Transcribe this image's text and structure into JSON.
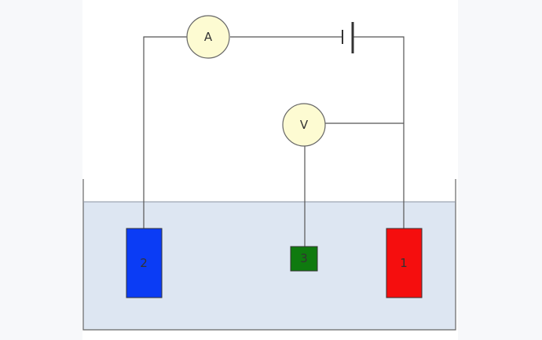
{
  "meters": {
    "ammeter": {
      "label": "A"
    },
    "voltmeter": {
      "label": "V"
    }
  },
  "electrodes": {
    "working": {
      "label": "2",
      "color": "#0b3cf5"
    },
    "reference": {
      "label": "3",
      "color": "#0f7a0f"
    },
    "counter": {
      "label": "1",
      "color": "#f50e0e"
    }
  },
  "colors": {
    "electrolyte": "#dde6f2",
    "meter_fill": "#fdfbd2",
    "wire": "#555555"
  }
}
